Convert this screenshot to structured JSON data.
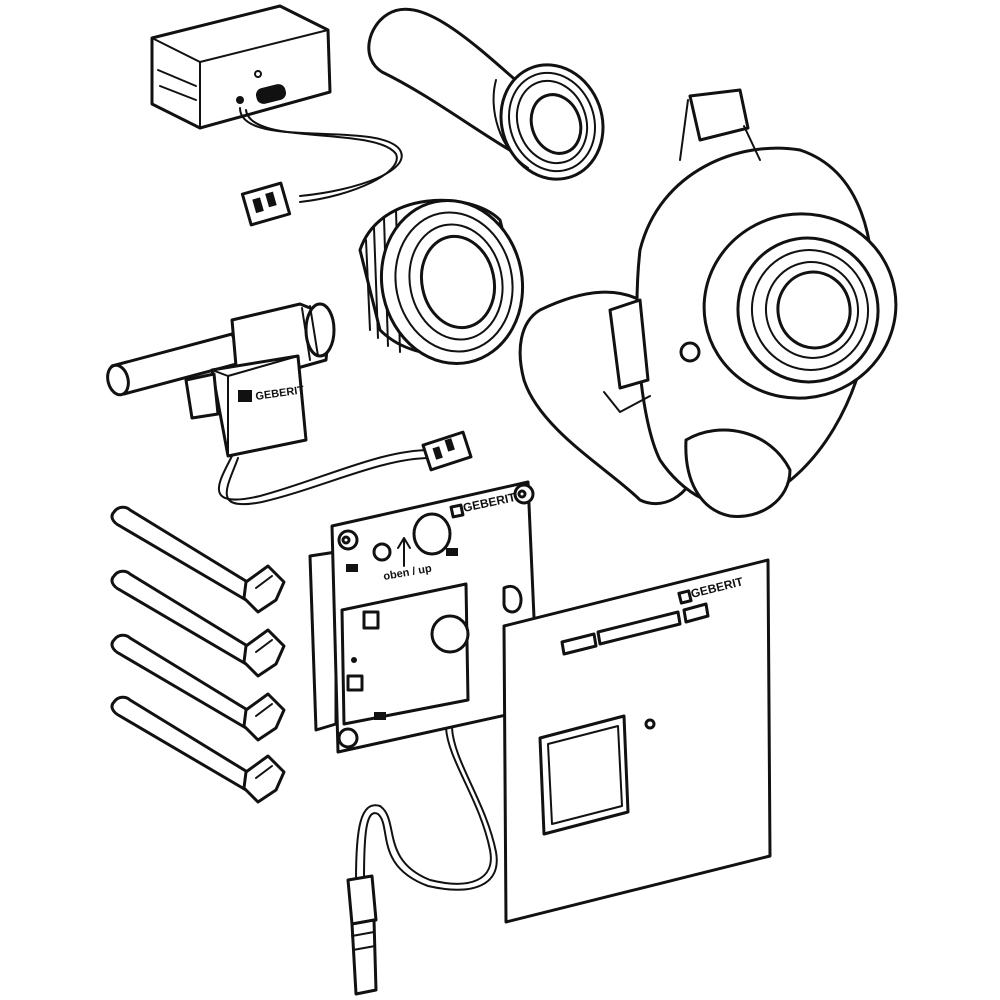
{
  "labels": {
    "brand_valve": "GEBERIT",
    "brand_plate": "GEBERIT",
    "brand_cover": "GEBERIT",
    "orientation": "oben / up"
  },
  "colors": {
    "ink": "#111111",
    "paper": "#ffffff"
  }
}
